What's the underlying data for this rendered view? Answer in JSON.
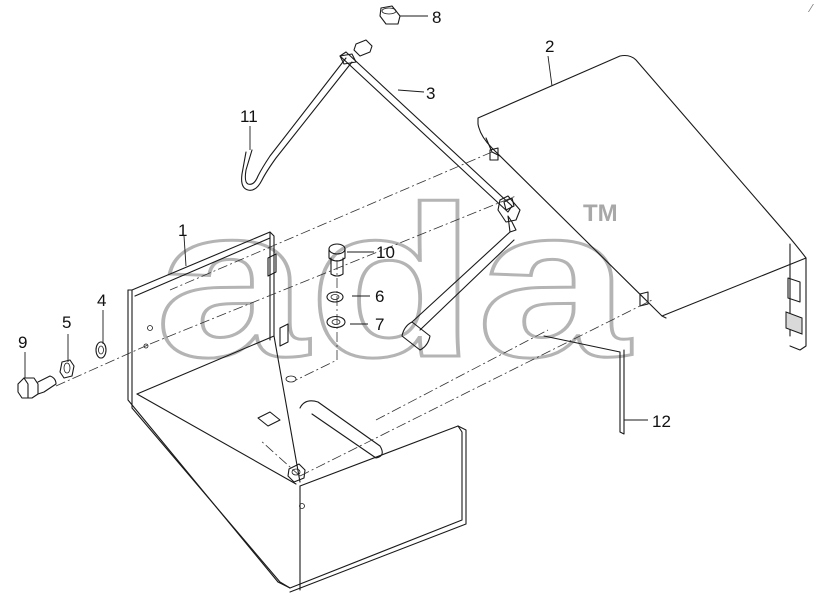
{
  "diagram": {
    "callouts": [
      "1",
      "2",
      "3",
      "4",
      "5",
      "6",
      "7",
      "8",
      "9",
      "10",
      "11",
      "12"
    ],
    "watermark": {
      "text": "ada",
      "trademark": "TM"
    },
    "corner_mark": "⁄"
  }
}
